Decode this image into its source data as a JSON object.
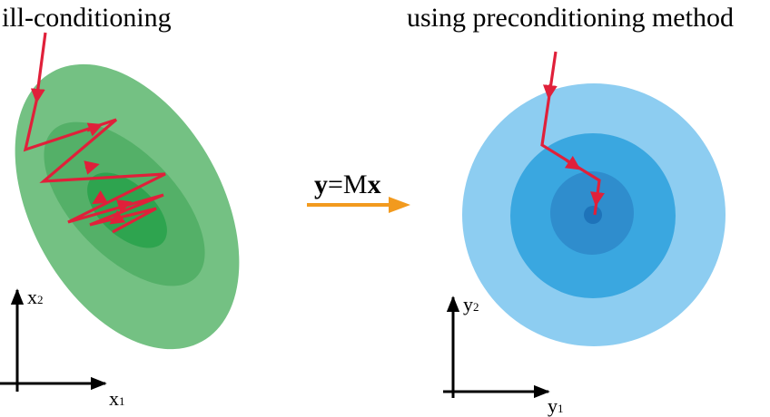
{
  "left_panel": {
    "title": "ill-conditioning",
    "x_axis": {
      "base": "x",
      "sub": "1"
    },
    "y_axis": {
      "base": "x",
      "sub": "2"
    },
    "contour_colors": [
      "#74c183",
      "#54b068",
      "#2ea44f"
    ]
  },
  "right_panel": {
    "title": "using preconditioning method",
    "x_axis": {
      "base": "y",
      "sub": "1"
    },
    "y_axis": {
      "base": "y",
      "sub": "2"
    },
    "contour_colors": [
      "#8dcdf1",
      "#3aa7e0",
      "#2f8dcd",
      "#1e73b9"
    ]
  },
  "transform": {
    "lhs": "y",
    "eq": "=M",
    "rhs": "x",
    "arrow_color": "#f29a1e"
  },
  "path_color": "#e0203a"
}
